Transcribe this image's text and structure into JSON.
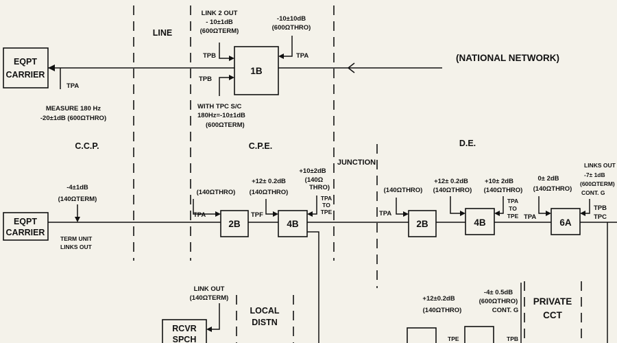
{
  "zones": {
    "line": "LINE",
    "ccp": "C.C.P.",
    "cpe": "C.P.E.",
    "de": "D.E.",
    "junction": "JUNCTION",
    "local_distn": [
      "LOCAL",
      "DISTN"
    ],
    "private_cct": [
      "PRIVATE",
      "CCT"
    ],
    "national_network": "(NATIONAL NETWORK)"
  },
  "equipment": {
    "eqpt_carrier_top": [
      "EQPT",
      "CARRIER"
    ],
    "eqpt_carrier_bottom": [
      "EQPT",
      "CARRIER"
    ],
    "rcvr_spch": [
      "RCVR",
      "SPCH"
    ],
    "box_1b": "1B",
    "box_2b_cpe": "2B",
    "box_4b_cpe": "4B",
    "box_2b_de": "2B",
    "box_4b_de": "4B",
    "box_6a": "6A"
  },
  "annotations": {
    "link2_out": [
      "LINK 2 OUT",
      "- 10±1dB",
      "(600ΩTERM)"
    ],
    "level_top_right": [
      "-10±10dB",
      "(600ΩTHRO)"
    ],
    "tpb_upper": "TPB",
    "tpa_upper": "TPA",
    "tpb_lower": "TPB",
    "with_tpc": [
      "WITH TPC S/C",
      "180Hz=-10±1dB",
      "(600ΩTERM)"
    ],
    "tpa_carrier": "TPA",
    "measure": [
      "MEASURE 180 Hz",
      "-20±1dB (600ΩTHRO)"
    ],
    "term_level": [
      "-4±1dB",
      "(140ΩTERM)"
    ],
    "term_unit": [
      "TERM UNIT",
      "LINKS OUT"
    ],
    "cpe_140_thro_a": "(140ΩTHRO)",
    "cpe_tpa": "TPA",
    "cpe_12": [
      "+12± 0.2dB",
      "(140ΩTHRO)"
    ],
    "cpe_tpf": "TPF",
    "cpe_10": [
      "+10±2dB",
      "(140Ω",
      "THRO)"
    ],
    "cpe_tpa_to_tpe": [
      "TPA",
      "TO",
      "TPE"
    ],
    "de_140_thro": "(140ΩTHRO)",
    "de_tpa": "TPA",
    "de_12": [
      "+12± 0.2dB",
      "(140ΩTHRO)"
    ],
    "de_10": [
      "+10± 2dB",
      "(140ΩTHRO)"
    ],
    "de_tpa_to_tpe": [
      "TPA",
      "TO",
      "TPE"
    ],
    "de_tpa2": "TPA",
    "de_0": [
      "0± 2dB",
      "(140ΩTHRO)"
    ],
    "links_out": [
      "LINKS OUT",
      "-7± 1dB",
      "(600ΩTERM)",
      "CONT. G"
    ],
    "tpb_tpc": [
      "TPB",
      "TPC"
    ],
    "link_out_bottom": [
      "LINK OUT",
      "(140ΩTERM)"
    ],
    "pc_12": [
      "+12±0.2dB",
      "(140ΩTHRO)"
    ],
    "pc_4": [
      "-4± 0.5dB",
      "(600ΩTHRO)",
      "CONT. G"
    ],
    "tpe_bottom": "TPE",
    "tpb_bottom": "TPB"
  }
}
